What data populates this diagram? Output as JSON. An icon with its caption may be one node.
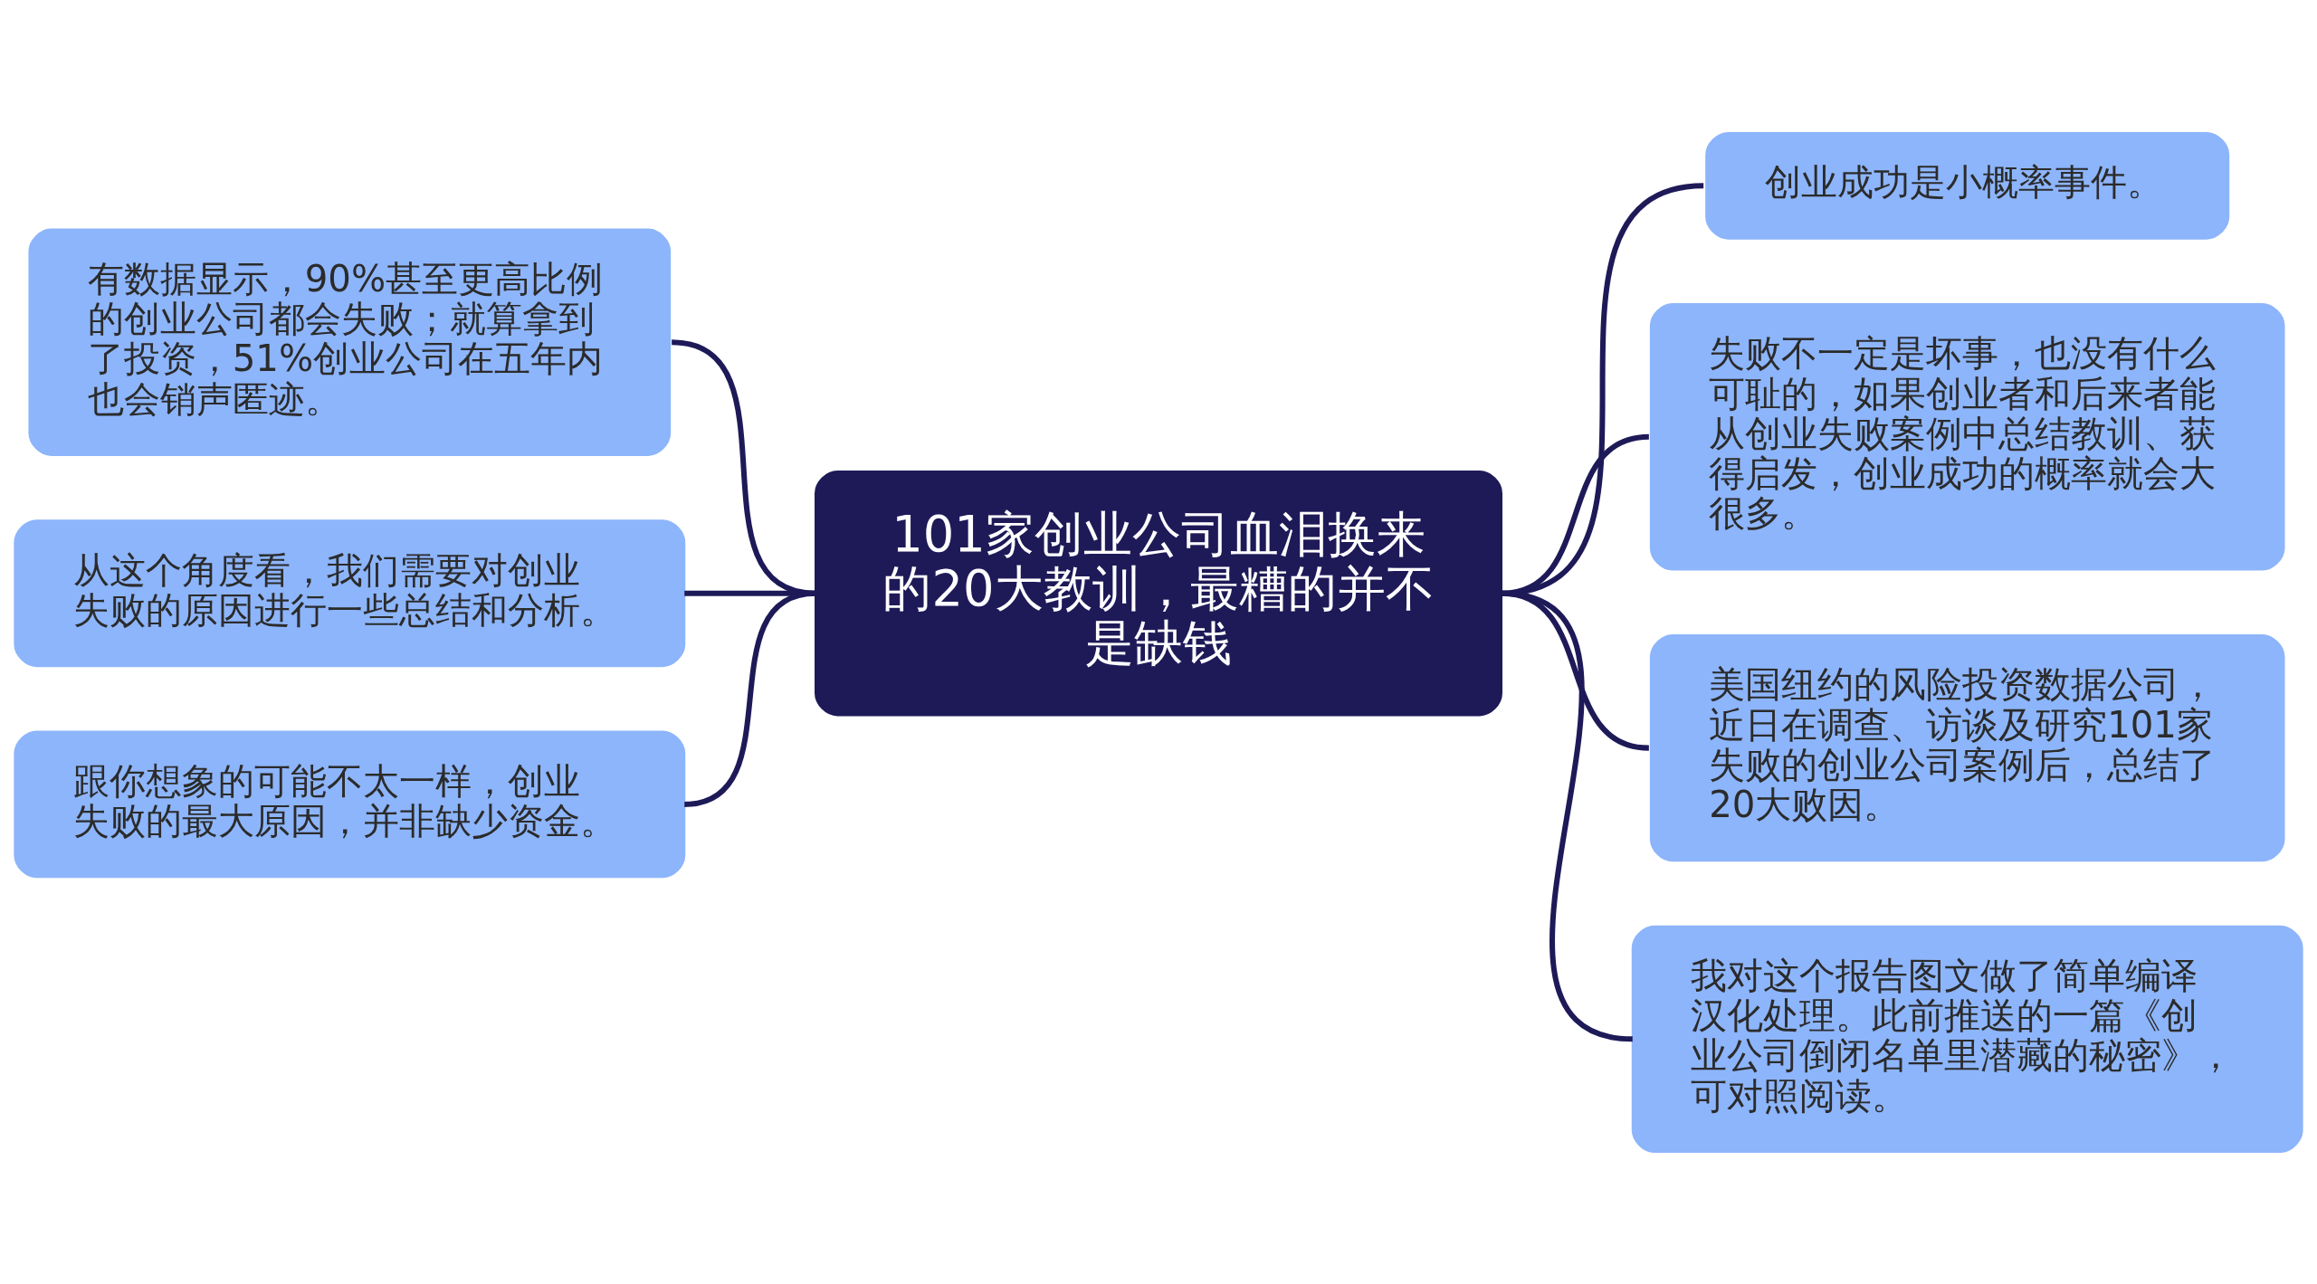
{
  "diagram": {
    "nodes": [
      {
        "text": [
          "101家创业公司血泪换来的20大教训，最糟的并不是缺钱"
        ]
      },
      {
        "text": [
          "有数据显示，90%甚至更高比例的创业公司都会失败；就算拿到了投资，51%创业公司在五年内也会销声匿迹。"
        ]
      },
      {
        "text": [
          "从这个角度看，我们需要对创业失败的原因进行一些总结和分析。"
        ]
      },
      {
        "text": [
          "跟你想象的可能不太一样，创业失败的最大原因，并非缺少资金。"
        ]
      },
      {
        "text": [
          "创业成功是小概率事件。"
        ]
      },
      {
        "text": [
          "失败不一定是坏事，也没有什么可耻的，如果创业者和后来者能从创业失败案例中总结教训、获得启发，创业成功的概率就会大很多。"
        ]
      },
      {
        "text": [
          "美国纽约的风险投资数据公司，近日在调查、访谈及研究101家失败的创业公司案例后，总结了20大败因。"
        ]
      },
      {
        "text": [
          "我对这个报告图文做了简单编译汉化处理。此前推送的一篇《创业公司倒闭名单里潜藏的秘密》，可对照阅读。"
        ]
      }
    ],
    "edges": [
      {
        "from": 0,
        "to": 1,
        "arrow": "none"
      },
      {
        "from": 0,
        "to": 2,
        "arrow": "none"
      },
      {
        "from": 0,
        "to": 3,
        "arrow": "none"
      },
      {
        "from": 0,
        "to": 4,
        "arrow": "none"
      },
      {
        "from": 0,
        "to": 5,
        "arrow": "none"
      },
      {
        "from": 0,
        "to": 6,
        "arrow": "none"
      },
      {
        "from": 0,
        "to": 7,
        "arrow": "none"
      }
    ]
  }
}
